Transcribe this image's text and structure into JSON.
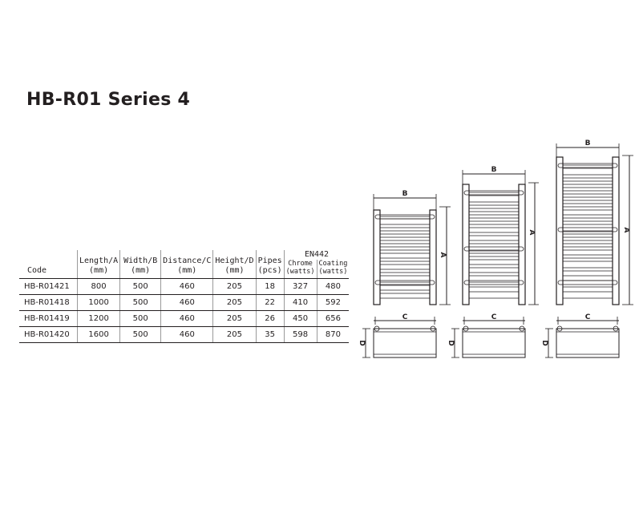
{
  "page": {
    "title": "HB-R01 Series 4"
  },
  "table": {
    "group_header": "EN442",
    "columns": [
      {
        "line1": "Code",
        "line2": ""
      },
      {
        "line1": "Length/A",
        "line2": "(mm)"
      },
      {
        "line1": "Width/B",
        "line2": "(mm)"
      },
      {
        "line1": "Distance/C",
        "line2": "(mm)"
      },
      {
        "line1": "Height/D",
        "line2": "(mm)"
      },
      {
        "line1": "Pipes",
        "line2": "(pcs)"
      },
      {
        "line1": "Chrome",
        "line2": "(watts)"
      },
      {
        "line1": "Coating",
        "line2": "(watts)"
      }
    ],
    "rows": [
      [
        "HB-R01421",
        "800",
        "500",
        "460",
        "205",
        "18",
        "327",
        "480"
      ],
      [
        "HB-R01418",
        "1000",
        "500",
        "460",
        "205",
        "22",
        "410",
        "592"
      ],
      [
        "HB-R01419",
        "1200",
        "500",
        "460",
        "205",
        "26",
        "450",
        "656"
      ],
      [
        "HB-R01420",
        "1600",
        "500",
        "460",
        "205",
        "35",
        "598",
        "870"
      ]
    ]
  },
  "diagram_labels": {
    "width": "B",
    "length": "A",
    "distance": "C",
    "height": "D"
  }
}
